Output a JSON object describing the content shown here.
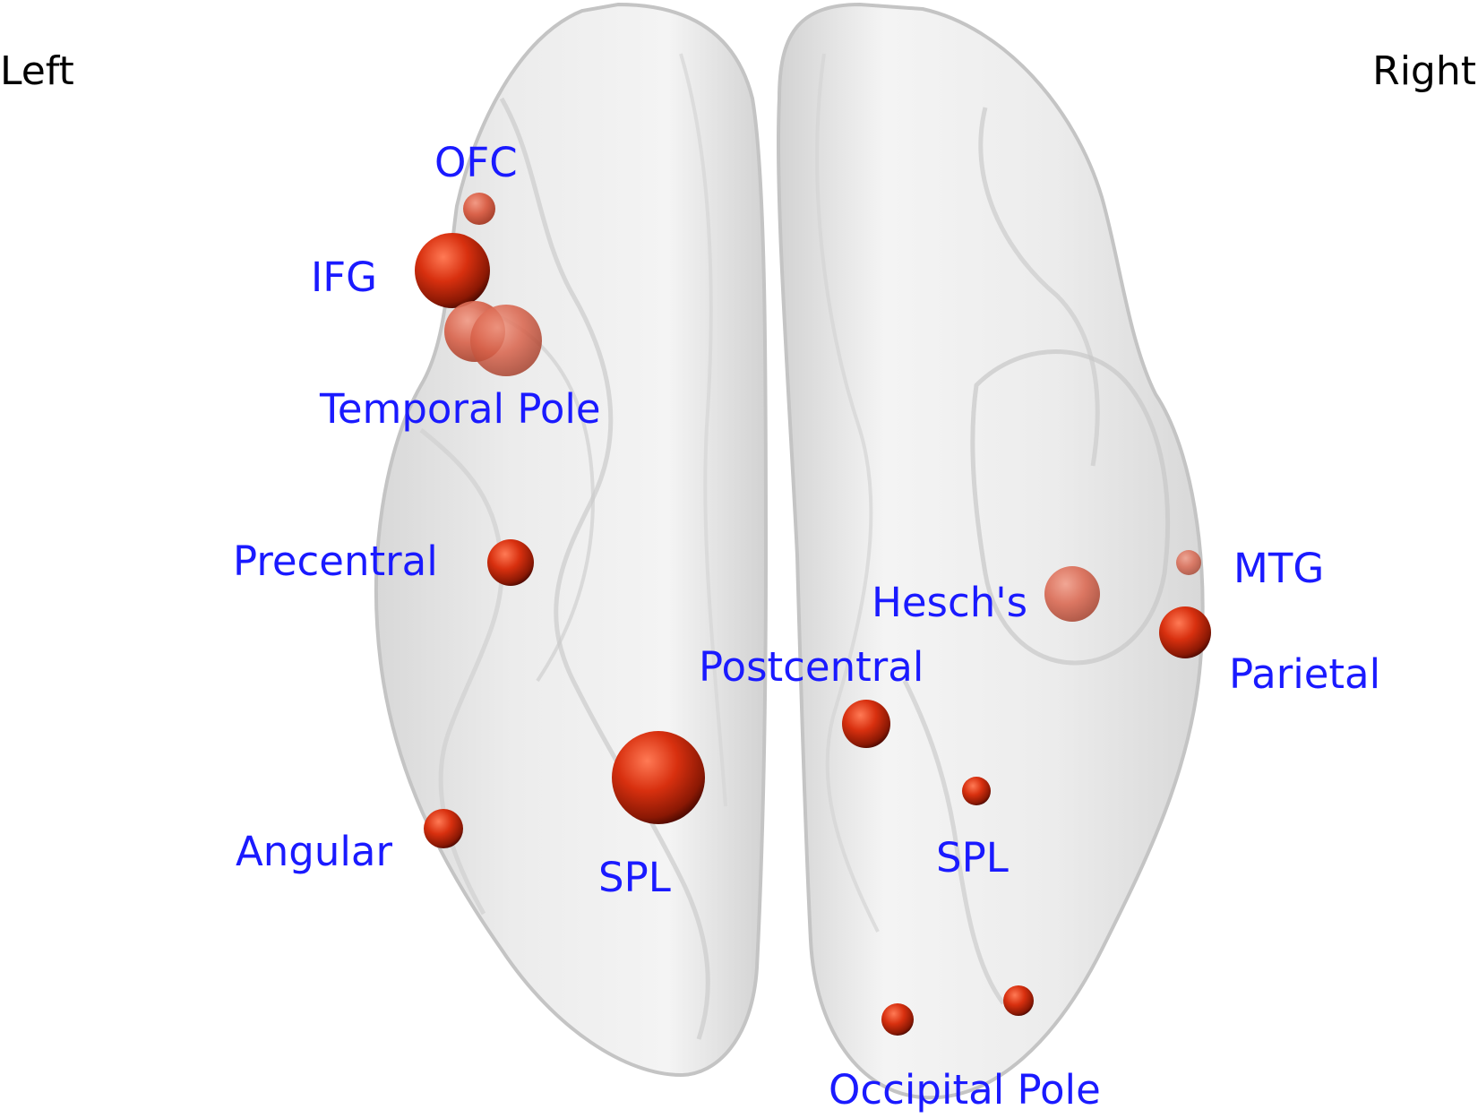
{
  "orientation": {
    "left": "Left",
    "right": "Right"
  },
  "colors": {
    "background": "#ffffff",
    "label_text": "#1a1aff",
    "node": "#c8260e",
    "node_highlight": "#ff6a45",
    "node_shadow": "#5a0c02",
    "brain_surface": "#e4e4e4",
    "brain_outline": "#c2c2c2"
  },
  "regions": {
    "ofc": "OFC",
    "ifg": "IFG",
    "temporal_pole": "Temporal Pole",
    "precentral": "Precentral",
    "angular": "Angular",
    "spl_left": "SPL",
    "postcentral": "Postcentral",
    "heschs": "Hesch's",
    "mtg": "MTG",
    "parietal": "Parietal",
    "spl_right": "SPL",
    "occipital_pole": "Occipital Pole"
  }
}
